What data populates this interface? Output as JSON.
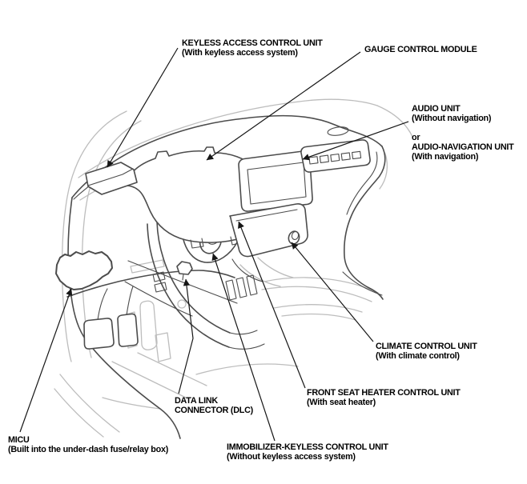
{
  "diagram": {
    "type": "component-location-diagram",
    "subject": "vehicle dashboard (driver side 3/4 view line art)",
    "colors": {
      "background": "#ffffff",
      "line_dark": "#4c4c4c",
      "line_light": "#bdbdbd",
      "leader": "#161616",
      "text": "#000000"
    }
  },
  "labels": {
    "keyless": {
      "line1": "KEYLESS ACCESS CONTROL UNIT",
      "line2": "(With keyless access system)"
    },
    "gauge": {
      "line1": "GAUGE CONTROL MODULE"
    },
    "audio": {
      "line1": "AUDIO UNIT",
      "line2": "(Without navigation)",
      "line3": "or",
      "line4": "AUDIO-NAVIGATION UNIT",
      "line5": "(With navigation)"
    },
    "climate": {
      "line1": "CLIMATE CONTROL UNIT",
      "line2": "(With climate control)"
    },
    "seat_heater": {
      "line1": "FRONT SEAT HEATER CONTROL UNIT",
      "line2": "(With seat heater)"
    },
    "dlc": {
      "line1": "DATA LINK",
      "line2": "CONNECTOR (DLC)"
    },
    "micu": {
      "line1": "MICU",
      "line2": "(Built into the under-dash fuse/relay box)"
    },
    "immobilizer": {
      "line1": "IMMOBILIZER-KEYLESS CONTROL UNIT",
      "line2": "(Without keyless access system)"
    }
  }
}
